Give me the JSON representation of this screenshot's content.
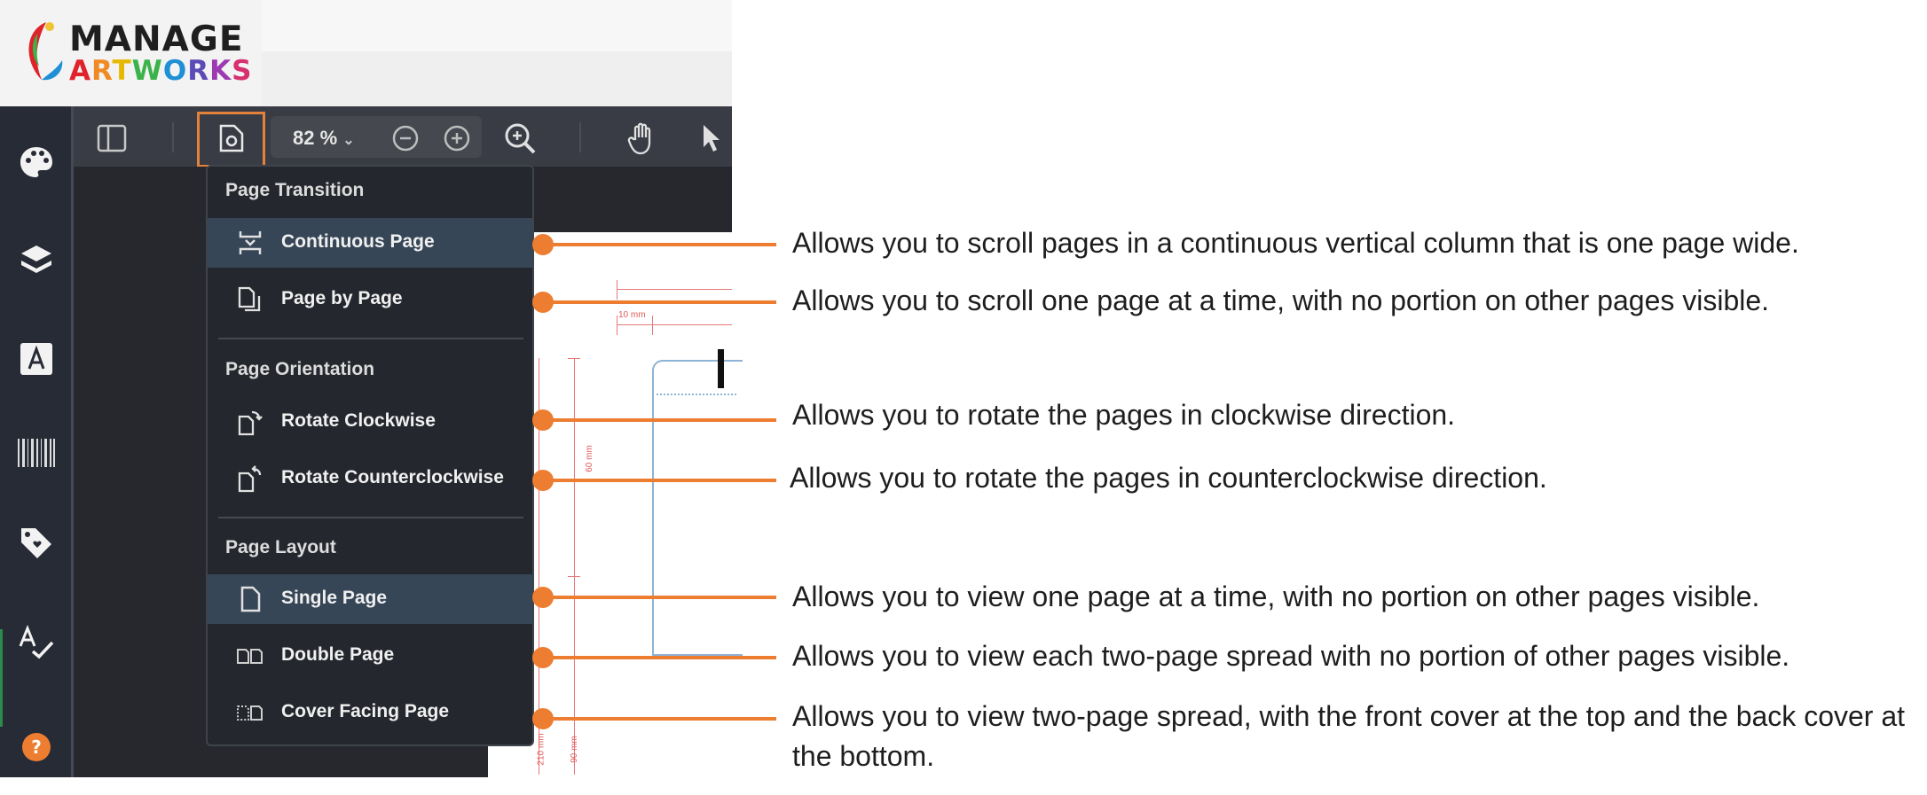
{
  "logo": {
    "line1": "MANAGE",
    "line2": "ARTWORKS"
  },
  "toolbar": {
    "zoom": "82 %"
  },
  "menu": {
    "sections": [
      {
        "title": "Page Transition",
        "items": [
          {
            "label": "Continuous Page",
            "selected": true
          },
          {
            "label": "Page by Page",
            "selected": false
          }
        ]
      },
      {
        "title": "Page Orientation",
        "items": [
          {
            "label": "Rotate Clockwise",
            "selected": false
          },
          {
            "label": "Rotate Counterclockwise",
            "selected": false
          }
        ]
      },
      {
        "title": "Page Layout",
        "items": [
          {
            "label": "Single Page",
            "selected": true
          },
          {
            "label": "Double Page",
            "selected": false
          },
          {
            "label": "Cover Facing Page",
            "selected": false
          }
        ]
      }
    ]
  },
  "doc": {
    "dim1": "10 mm",
    "dim2": "60 mm",
    "dim3": "210 mm",
    "dim4": "90 mm"
  },
  "callouts": [
    "Allows you to scroll pages in a continuous vertical column that is one page wide.",
    "Allows you to scroll one page at a time, with no portion on other pages visible.",
    "Allows you to rotate the pages in clockwise direction.",
    "Allows you to rotate the pages in counterclockwise direction.",
    "Allows you to view one page at a time, with no portion on other pages visible.",
    "Allows you to view each two-page spread with no portion of other pages visible.",
    "Allows you to view two-page spread, with the front cover at the top and the back cover at the bottom."
  ],
  "colors": {
    "accent": "#ed7d31",
    "sidebar": "#272b36",
    "toolbar": "#393c45",
    "menu_bg": "#24272d",
    "selected": "#364656"
  }
}
